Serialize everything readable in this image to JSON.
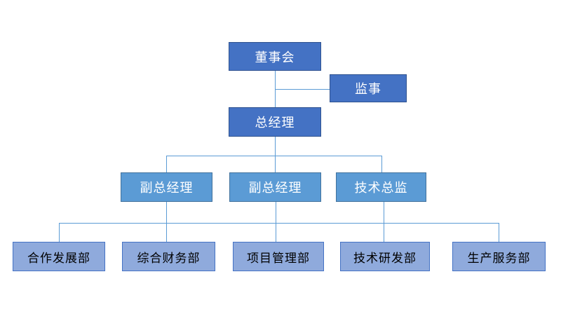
{
  "org_chart": {
    "nodes": {
      "board": {
        "label": "董事会",
        "level": 1
      },
      "supervisor": {
        "label": "监事",
        "level": 1
      },
      "gm": {
        "label": "总经理",
        "level": 1
      },
      "deputy_gm_1": {
        "label": "副总经理",
        "level": 2
      },
      "deputy_gm_2": {
        "label": "副总经理",
        "level": 2
      },
      "tech_director": {
        "label": "技术总监",
        "level": 2
      },
      "dept_cooperation": {
        "label": "合作发展部",
        "level": 3
      },
      "dept_finance": {
        "label": "综合财务部",
        "level": 3
      },
      "dept_project": {
        "label": "项目管理部",
        "level": 3
      },
      "dept_rnd": {
        "label": "技术研发部",
        "level": 3
      },
      "dept_production": {
        "label": "生产服务部",
        "level": 3
      }
    },
    "hierarchy": {
      "board": [
        "gm"
      ],
      "board_aside": [
        "supervisor"
      ],
      "gm": [
        "deputy_gm_1",
        "deputy_gm_2",
        "tech_director"
      ],
      "deputy_gm_1": [
        "dept_cooperation",
        "dept_finance"
      ],
      "deputy_gm_2": [
        "dept_project"
      ],
      "tech_director": [
        "dept_rnd",
        "dept_production"
      ]
    },
    "colors": {
      "level1_fill": "#4472C4",
      "level1_border": "#2F528F",
      "level1_text": "#FFFFFF",
      "level2_fill": "#5B9BD5",
      "level2_border": "#41719C",
      "level2_text": "#FFFFFF",
      "level3_fill": "#8FAADC",
      "level3_border": "#4472C4",
      "level3_text": "#000000",
      "connector": "#5B9BD5",
      "background": "#FFFFFF"
    }
  }
}
